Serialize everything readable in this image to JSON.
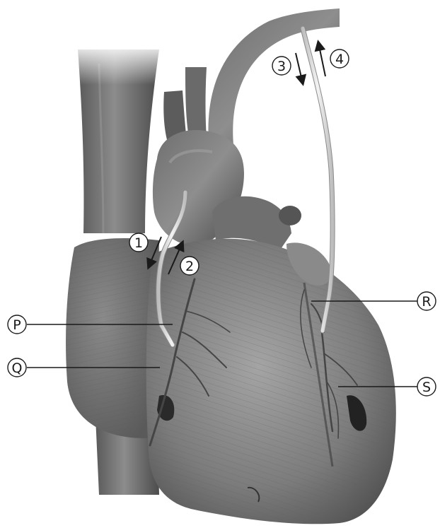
{
  "labels": {
    "arrow_1": "1",
    "arrow_2": "2",
    "arrow_3": "3",
    "arrow_4": "4",
    "P": "P",
    "Q": "Q",
    "R": "R",
    "S": "S"
  },
  "colors": {
    "background": "#ffffff",
    "muscle_dark": "#4a4a4a",
    "muscle_mid": "#7a7a7a",
    "muscle_light": "#a8a8a8",
    "vessel": "#595959",
    "graft_tube": "#e6e6e6",
    "label_line": "#1a1a1a"
  }
}
